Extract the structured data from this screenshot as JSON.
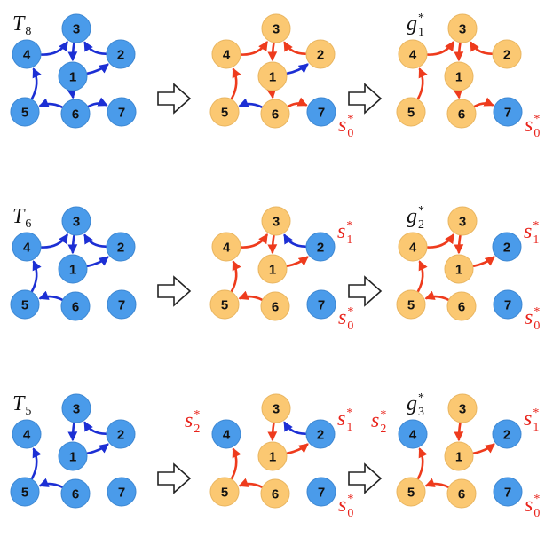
{
  "colors": {
    "blue_node": "#4a9bea",
    "blue_node_stroke": "#3d87d2",
    "yellow_node": "#fbc872",
    "yellow_node_stroke": "#e9b560",
    "blue_edge": "#1c2fd4",
    "red_edge": "#ee3b1d",
    "red_text": "#e8231b",
    "arrow_outline": "#222222"
  },
  "node_labels": {
    "n1": "1",
    "n2": "2",
    "n3": "3",
    "n4": "4",
    "n5": "5",
    "n6": "6",
    "n7": "7"
  },
  "rows": [
    {
      "name": "row-1",
      "title": {
        "base": "T",
        "sub": "8"
      },
      "result_title": {
        "base": "g",
        "sub": "1",
        "sup": "*"
      },
      "panels": [
        {
          "name": "initial",
          "colors": {
            "n1": "blue",
            "n2": "blue",
            "n3": "blue",
            "n4": "blue",
            "n5": "blue",
            "n6": "blue",
            "n7": "blue"
          },
          "edges": [
            {
              "from": "n4",
              "to": "n3",
              "color": "blue"
            },
            {
              "from": "n2",
              "to": "n3",
              "color": "blue"
            },
            {
              "from": "n3",
              "to": "n1",
              "color": "blue"
            },
            {
              "from": "n1",
              "to": "n2",
              "color": "blue"
            },
            {
              "from": "n1",
              "to": "n6",
              "color": "blue"
            },
            {
              "from": "n5",
              "to": "n4",
              "color": "blue"
            },
            {
              "from": "n6",
              "to": "n5",
              "color": "blue"
            },
            {
              "from": "n6",
              "to": "n7",
              "color": "blue"
            }
          ],
          "annotations": []
        },
        {
          "name": "intermediate",
          "colors": {
            "n1": "yellow",
            "n2": "yellow",
            "n3": "yellow",
            "n4": "yellow",
            "n5": "yellow",
            "n6": "yellow",
            "n7": "blue"
          },
          "edges": [
            {
              "from": "n4",
              "to": "n3",
              "color": "red"
            },
            {
              "from": "n2",
              "to": "n3",
              "color": "red"
            },
            {
              "from": "n3",
              "to": "n1",
              "color": "red"
            },
            {
              "from": "n1",
              "to": "n2",
              "color": "blue"
            },
            {
              "from": "n1",
              "to": "n6",
              "color": "red"
            },
            {
              "from": "n5",
              "to": "n4",
              "color": "red"
            },
            {
              "from": "n6",
              "to": "n5",
              "color": "blue"
            },
            {
              "from": "n6",
              "to": "n7",
              "color": "red"
            }
          ],
          "annotations": [
            {
              "node": "n7",
              "base": "s",
              "sub": "0",
              "sup": "*"
            }
          ]
        },
        {
          "name": "result",
          "colors": {
            "n1": "yellow",
            "n2": "yellow",
            "n3": "yellow",
            "n4": "yellow",
            "n5": "yellow",
            "n6": "yellow",
            "n7": "blue"
          },
          "edges": [
            {
              "from": "n4",
              "to": "n3",
              "color": "red"
            },
            {
              "from": "n2",
              "to": "n3",
              "color": "red"
            },
            {
              "from": "n3",
              "to": "n1",
              "color": "red"
            },
            {
              "from": "n1",
              "to": "n6",
              "color": "red"
            },
            {
              "from": "n5",
              "to": "n4",
              "color": "red"
            },
            {
              "from": "n6",
              "to": "n7",
              "color": "red"
            }
          ],
          "annotations": [
            {
              "node": "n7",
              "base": "s",
              "sub": "0",
              "sup": "*"
            }
          ]
        }
      ]
    },
    {
      "name": "row-2",
      "title": {
        "base": "T",
        "sub": "6"
      },
      "result_title": {
        "base": "g",
        "sub": "2",
        "sup": "*"
      },
      "panels": [
        {
          "name": "initial",
          "colors": {
            "n1": "blue",
            "n2": "blue",
            "n3": "blue",
            "n4": "blue",
            "n5": "blue",
            "n6": "blue",
            "n7": "blue"
          },
          "edges": [
            {
              "from": "n4",
              "to": "n3",
              "color": "blue"
            },
            {
              "from": "n2",
              "to": "n3",
              "color": "blue"
            },
            {
              "from": "n3",
              "to": "n1",
              "color": "blue"
            },
            {
              "from": "n1",
              "to": "n2",
              "color": "blue"
            },
            {
              "from": "n5",
              "to": "n4",
              "color": "blue"
            },
            {
              "from": "n6",
              "to": "n5",
              "color": "blue"
            }
          ],
          "annotations": []
        },
        {
          "name": "intermediate",
          "colors": {
            "n1": "yellow",
            "n2": "blue",
            "n3": "yellow",
            "n4": "yellow",
            "n5": "yellow",
            "n6": "yellow",
            "n7": "blue"
          },
          "edges": [
            {
              "from": "n4",
              "to": "n3",
              "color": "red"
            },
            {
              "from": "n2",
              "to": "n3",
              "color": "blue"
            },
            {
              "from": "n3",
              "to": "n1",
              "color": "red"
            },
            {
              "from": "n1",
              "to": "n2",
              "color": "red"
            },
            {
              "from": "n5",
              "to": "n4",
              "color": "red"
            },
            {
              "from": "n6",
              "to": "n5",
              "color": "red"
            }
          ],
          "annotations": [
            {
              "node": "n2",
              "base": "s",
              "sub": "1",
              "sup": "*"
            },
            {
              "node": "n7",
              "base": "s",
              "sub": "0",
              "sup": "*"
            }
          ]
        },
        {
          "name": "result",
          "colors": {
            "n1": "yellow",
            "n2": "blue",
            "n3": "yellow",
            "n4": "yellow",
            "n5": "yellow",
            "n6": "yellow",
            "n7": "blue"
          },
          "edges": [
            {
              "from": "n4",
              "to": "n3",
              "color": "red"
            },
            {
              "from": "n3",
              "to": "n1",
              "color": "red"
            },
            {
              "from": "n1",
              "to": "n2",
              "color": "red"
            },
            {
              "from": "n5",
              "to": "n4",
              "color": "red"
            },
            {
              "from": "n6",
              "to": "n5",
              "color": "red"
            }
          ],
          "annotations": [
            {
              "node": "n2",
              "base": "s",
              "sub": "1",
              "sup": "*"
            },
            {
              "node": "n7",
              "base": "s",
              "sub": "0",
              "sup": "*"
            }
          ]
        }
      ]
    },
    {
      "name": "row-3",
      "title": {
        "base": "T",
        "sub": "5"
      },
      "result_title": {
        "base": "g",
        "sub": "3",
        "sup": "*"
      },
      "panels": [
        {
          "name": "initial",
          "colors": {
            "n1": "blue",
            "n2": "blue",
            "n3": "blue",
            "n4": "blue",
            "n5": "blue",
            "n6": "blue",
            "n7": "blue"
          },
          "edges": [
            {
              "from": "n2",
              "to": "n3",
              "color": "blue"
            },
            {
              "from": "n3",
              "to": "n1",
              "color": "blue"
            },
            {
              "from": "n1",
              "to": "n2",
              "color": "blue"
            },
            {
              "from": "n5",
              "to": "n4",
              "color": "blue"
            },
            {
              "from": "n6",
              "to": "n5",
              "color": "blue"
            }
          ],
          "annotations": []
        },
        {
          "name": "intermediate",
          "colors": {
            "n1": "yellow",
            "n2": "blue",
            "n3": "yellow",
            "n4": "blue",
            "n5": "yellow",
            "n6": "yellow",
            "n7": "blue"
          },
          "edges": [
            {
              "from": "n2",
              "to": "n3",
              "color": "blue"
            },
            {
              "from": "n3",
              "to": "n1",
              "color": "red"
            },
            {
              "from": "n1",
              "to": "n2",
              "color": "red"
            },
            {
              "from": "n5",
              "to": "n4",
              "color": "red"
            },
            {
              "from": "n6",
              "to": "n5",
              "color": "red"
            }
          ],
          "annotations": [
            {
              "node": "n4",
              "base": "s",
              "sub": "2",
              "sup": "*"
            },
            {
              "node": "n2",
              "base": "s",
              "sub": "1",
              "sup": "*"
            },
            {
              "node": "n7",
              "base": "s",
              "sub": "0",
              "sup": "*"
            }
          ]
        },
        {
          "name": "result",
          "colors": {
            "n1": "yellow",
            "n2": "blue",
            "n3": "yellow",
            "n4": "blue",
            "n5": "yellow",
            "n6": "yellow",
            "n7": "blue"
          },
          "edges": [
            {
              "from": "n3",
              "to": "n1",
              "color": "red"
            },
            {
              "from": "n1",
              "to": "n2",
              "color": "red"
            },
            {
              "from": "n5",
              "to": "n4",
              "color": "red"
            },
            {
              "from": "n6",
              "to": "n5",
              "color": "red"
            }
          ],
          "annotations": [
            {
              "node": "n4",
              "base": "s",
              "sub": "2",
              "sup": "*"
            },
            {
              "node": "n2",
              "base": "s",
              "sub": "1",
              "sup": "*"
            },
            {
              "node": "n7",
              "base": "s",
              "sub": "0",
              "sup": "*"
            }
          ]
        }
      ]
    }
  ]
}
